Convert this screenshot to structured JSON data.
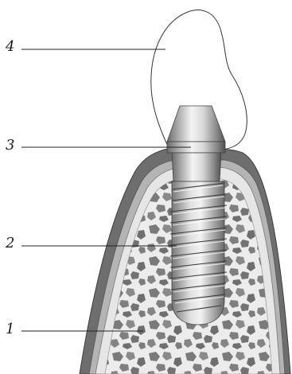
{
  "callouts": [
    {
      "number": "4",
      "part": "crown"
    },
    {
      "number": "3",
      "part": "abutment"
    },
    {
      "number": "2",
      "part": "implant-screw"
    },
    {
      "number": "1",
      "part": "bone"
    }
  ],
  "colors": {
    "gum_outer": "#6e6e6e",
    "gum_inner": "#b0b0b0",
    "cortical": "#e6e6e6",
    "cancellous_bg": "#ececec",
    "trabecula": "#7a7a7a",
    "metal_light": "#e8e8e8",
    "metal_dark": "#5a5a5a",
    "crown_fill": "#ffffff",
    "line": "#222222"
  }
}
